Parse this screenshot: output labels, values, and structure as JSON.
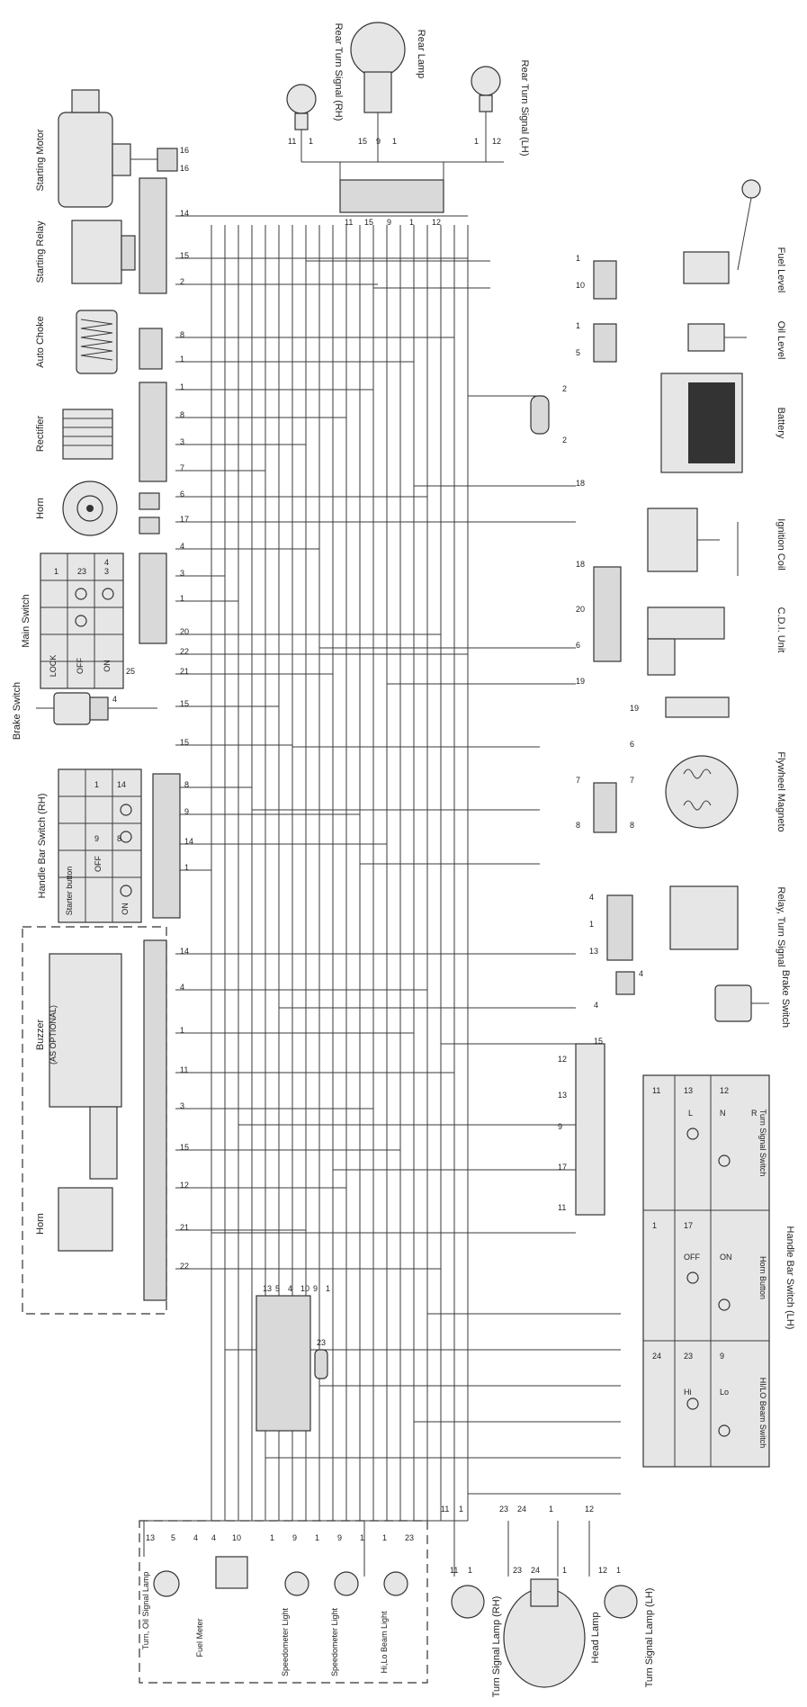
{
  "labels": {
    "starting_motor": "Starting Motor",
    "starting_relay": "Starting Relay",
    "auto_choke": "Auto Choke",
    "rectifier": "Rectifier",
    "horn": "Horn",
    "main_switch": "Main Switch",
    "brake_switch_top": "Brake Switch",
    "handle_bar_switch_rh": "Handle Bar Switch (RH)",
    "buzzer": "Buzzer",
    "as_optional": "(AS OPTIONAL)",
    "horn_left": "Horn",
    "rear_turn_signal_rh": "Rear Turn Signal (RH)",
    "rear_lamp": "Rear Lamp",
    "rear_turn_signal_lh": "Rear Turn Signal (LH)",
    "fuel_level": "Fuel Level",
    "oil_level": "Oil Level",
    "battery": "Battery",
    "ignition_coil": "Ignition Coil",
    "cdi_unit": "C.D.I. Unit",
    "flywheel_magneto": "Flywheel Magneto",
    "relay_turn_signal": "Relay, Turn Signal",
    "brake_switch_right": "Brake Switch",
    "handle_bar_switch_lh": "Handle Bar Switch (LH)",
    "turn_signal_switch": "Turn Signal Switch",
    "horn_button": "Horn Button",
    "hilo_beam_switch": "HI/LO Beam Switch",
    "turn_oil_signal_lamp": "Turn, Oil Signal Lamp",
    "fuel_meter": "Fuel Meter",
    "speedometer_light_1": "Speedometer Light",
    "speedometer_light_2": "Speedometer Light",
    "hilo_beam_light": "Hi,Lo Beam Light",
    "turn_signal_lamp_rh": "Turn Signal Lamp (RH)",
    "head_lamp": "Head Lamp",
    "turn_signal_lamp_lh": "Turn Signal Lamp (LH)"
  },
  "main_switch_table": {
    "header": [
      "",
      "1",
      "23",
      "3",
      "4"
    ],
    "rows": [
      "LOCK",
      "OFF",
      "ON"
    ]
  },
  "handlebar_rh_table": {
    "starter_button": "Starter button",
    "headers_a": [
      "1",
      "14"
    ],
    "headers_b": [
      "9",
      "8"
    ],
    "rows": [
      "OFF",
      "ON"
    ]
  },
  "handlebar_lh_table": {
    "hilo_headers": [
      "24",
      "23",
      "9"
    ],
    "hilo_rows": [
      "Hi",
      "Lo"
    ],
    "horn_headers": [
      "1",
      "17"
    ],
    "horn_rows": [
      "OFF",
      "ON"
    ],
    "turn_headers": [
      "11",
      "13",
      "12"
    ],
    "turn_rows": [
      "L",
      "N",
      "R"
    ]
  },
  "wire_numbers": {
    "starting_relay": [
      "16",
      "16",
      "14",
      "15",
      "2"
    ],
    "auto_choke": [
      "8",
      "1"
    ],
    "rectifier": [
      "1",
      "8",
      "3",
      "7"
    ],
    "horn": [
      "6",
      "17"
    ],
    "main_switch": [
      "4",
      "3",
      "1"
    ],
    "main_switch_leads": [
      "20",
      "22",
      "21",
      "25"
    ],
    "brake_switch_top": [
      "4",
      "15",
      "15"
    ],
    "handle_rh": [
      "8",
      "9",
      "14",
      "1"
    ],
    "buzzer_block": [
      "14",
      "4",
      "1",
      "11",
      "3",
      "15",
      "12",
      "21",
      "22"
    ],
    "meter_connector": [
      "13",
      "5",
      "4",
      "10",
      "9",
      "1",
      "23"
    ],
    "rear_connector": [
      "11",
      "15",
      "9",
      "1",
      "12"
    ],
    "rear_lamps": [
      "11",
      "1",
      "15",
      "9",
      "1",
      "1",
      "12"
    ],
    "fuel_oil": [
      "1",
      "10",
      "1",
      "5"
    ],
    "battery_leads": [
      "2",
      "2"
    ],
    "ignition": [
      "18",
      "18",
      "20",
      "6",
      "19",
      "19",
      "6",
      "7",
      "7",
      "8",
      "8"
    ],
    "relay_turn": [
      "4",
      "1",
      "13"
    ],
    "brake_switch_right": [
      "4",
      "4",
      "15"
    ],
    "handle_lh_connector": [
      "12",
      "13",
      "9",
      "17",
      "11"
    ],
    "front_signals": [
      "11",
      "1",
      "23",
      "24",
      "1",
      "12"
    ],
    "meter_lamps": [
      "13",
      "5",
      "4",
      "4",
      "10",
      "1",
      "9",
      "1",
      "9",
      "1",
      "1",
      "23"
    ],
    "front_lamps": [
      "11",
      "1",
      "23",
      "24",
      "1",
      "12",
      "1"
    ]
  }
}
